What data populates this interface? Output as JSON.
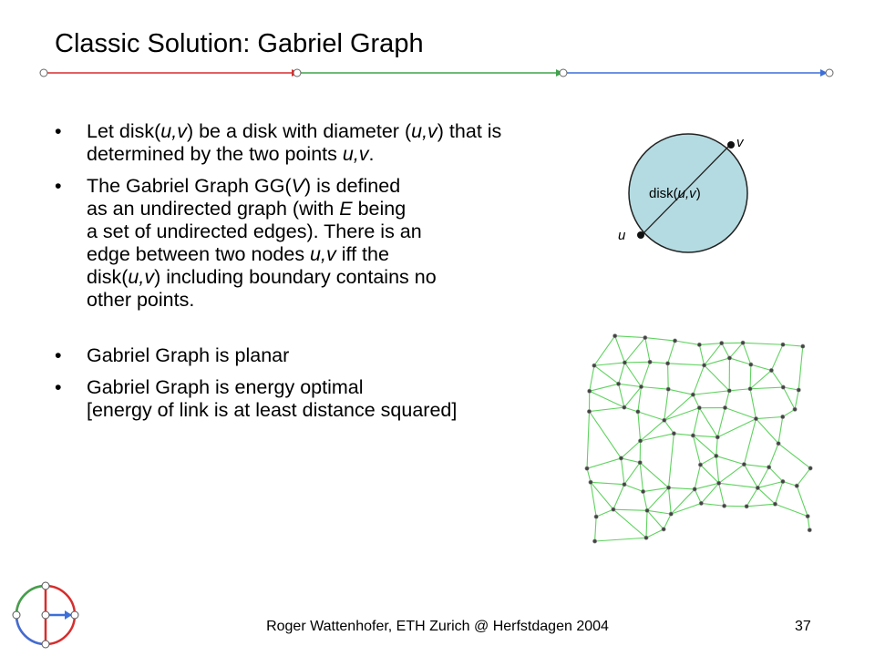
{
  "slide": {
    "title": "Classic Solution: Gabriel Graph",
    "footer": "Roger Wattenhofer, ETH Zurich @ Herfstdagen 2004",
    "page_number": "37"
  },
  "bullets": [
    {
      "parts": [
        {
          "t": "Let disk("
        },
        {
          "t": "u,v",
          "i": true
        },
        {
          "t": ") be a disk with diameter ("
        },
        {
          "t": "u,v",
          "i": true
        },
        {
          "t": ") that is determined by the two points "
        },
        {
          "t": "u,v",
          "i": true
        },
        {
          "t": "."
        }
      ]
    },
    {
      "parts": [
        {
          "t": "The Gabriel Graph GG("
        },
        {
          "t": "V",
          "i": true
        },
        {
          "t": ") is defined"
        },
        {
          "br": true
        },
        {
          "t": "as an undirected graph (with "
        },
        {
          "t": "E",
          "i": true
        },
        {
          "t": " being"
        },
        {
          "br": true
        },
        {
          "t": "a set of undirected edges). There is an"
        },
        {
          "br": true
        },
        {
          "t": "edge between two nodes "
        },
        {
          "t": "u,v",
          "i": true
        },
        {
          "t": " iff the"
        },
        {
          "br": true
        },
        {
          "t": "disk("
        },
        {
          "t": "u,v",
          "i": true
        },
        {
          "t": ") including boundary contains no"
        },
        {
          "br": true
        },
        {
          "t": "other points."
        }
      ]
    },
    {
      "gap": true,
      "parts": [
        {
          "t": "Gabriel Graph is planar"
        }
      ]
    },
    {
      "parts": [
        {
          "t": "Gabriel Graph is energy optimal"
        },
        {
          "br": true
        },
        {
          "t": "[energy of link is at least distance squared]"
        }
      ]
    }
  ],
  "disk_figure": {
    "label_prefix": "disk(",
    "label_italic": "u,v",
    "label_suffix": ")",
    "point_v": "v",
    "point_u": "u",
    "fill_color": "#b4dbe1"
  },
  "colors": {
    "rule_red": "#d72d2d",
    "rule_green": "#3fa34d",
    "rule_blue": "#3d6fd8",
    "graph_edge": "#5fd35f"
  },
  "icons": [
    "logo-icon"
  ]
}
